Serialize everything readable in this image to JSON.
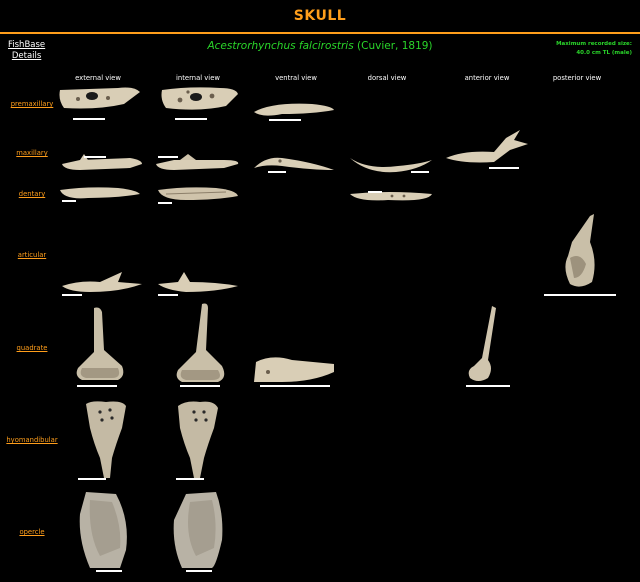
{
  "page": {
    "title": "SKULL",
    "fishbase_link": [
      "FishBase",
      "Details"
    ],
    "species_genus_species": "Acestrorhynchus falcirostris",
    "species_author": " (Cuvier, 1819)",
    "max_size_label": "Maximum recorded size:",
    "max_size_value": "40.0 cm TL (male)"
  },
  "columns": [
    "external view",
    "internal view",
    "ventral view",
    "dorsal view",
    "anterior view",
    "posterior view"
  ],
  "rows": [
    "premaxillary",
    "maxillary",
    "dentary",
    "articular",
    "quadrate",
    "hyomandibular",
    "opercle"
  ],
  "colors": {
    "accent": "#ff9e1b",
    "species": "#2ad52a",
    "background": "#000000",
    "bone": "#d8cdb8"
  }
}
